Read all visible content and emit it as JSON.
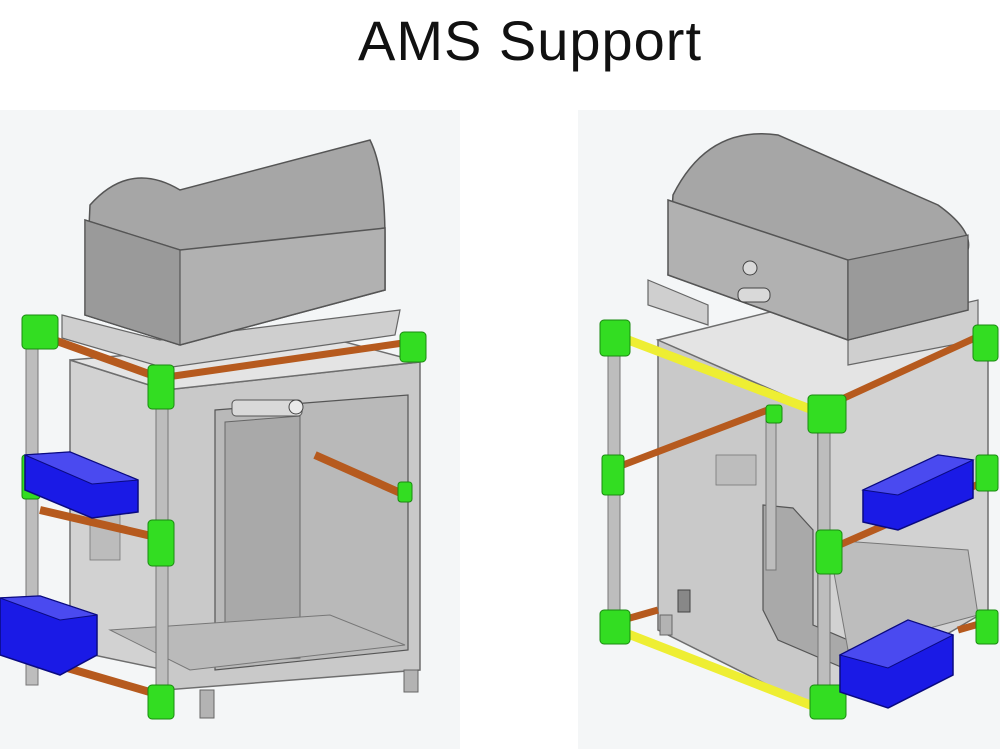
{
  "title": "AMS Support",
  "colors": {
    "frame_grey": "#bdbdbd",
    "printer_grey": "#c6c6c6",
    "hood_grey": "#a3a3a3",
    "connector_green": "#33dd22",
    "rod_orange": "#b65a1e",
    "rod_yellow": "#eeee33",
    "tray_blue": "#1a1ae6",
    "background": "#f4f6f7"
  },
  "views": [
    {
      "name": "front-three-quarter-view"
    },
    {
      "name": "rear-three-quarter-view"
    }
  ]
}
